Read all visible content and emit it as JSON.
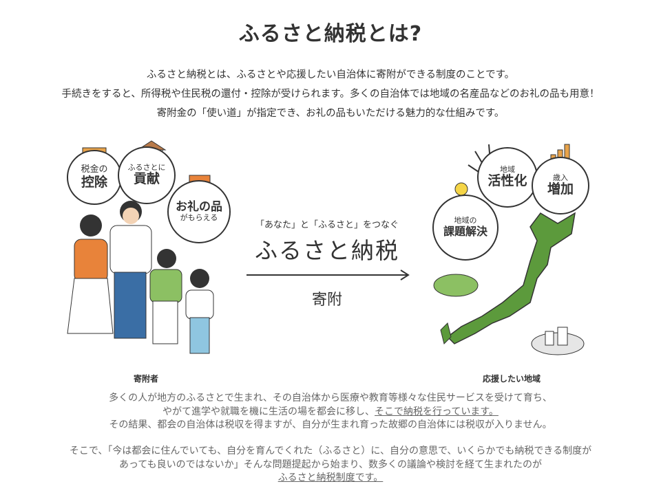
{
  "title": "ふるさと納税とは?",
  "intro": [
    "ふるさと納税とは、ふるさとや応援したい自治体に寄附ができる制度のことです。",
    "手続きをすると、所得税や住民税の還付・控除が受けられます。多くの自治体では地域の名産品などのお礼の品も用意！",
    "寄附金の「使い道」が指定でき、お礼の品もいただける魅力的な仕組みです。"
  ],
  "left_circles": [
    {
      "top": "税金の",
      "main": "控除"
    },
    {
      "top": "ふるさとに",
      "main": "貢献"
    },
    {
      "main": "お礼の品",
      "bottom": "がもらえる"
    }
  ],
  "center": {
    "tagline": "「あなた」と「ふるさと」をつなぐ",
    "name": "ふるさと納税",
    "action": "寄附"
  },
  "right_circles": [
    {
      "top": "地域",
      "main": "活性化"
    },
    {
      "top": "歳入",
      "main": "増加"
    },
    {
      "top": "地域の",
      "main": "課題解決"
    }
  ],
  "labels": {
    "donor": "寄附者",
    "region": "応援したい地域"
  },
  "body": {
    "l1": "多くの人が地方のふるさとで生まれ、その自治体から医療や教育等様々な住民サービスを受けて育ち、",
    "l2a": "やがて進学や就職を機に生活の場を都会に移し、",
    "l2b": "そこで納税を行っています。",
    "l3": "その結果、都会の自治体は税収を得ますが、自分が生まれ育った故郷の自治体には税収が入りません。",
    "l4": "そこで、「今は都会に住んでいても、自分を育んでくれた（ふるさと）に、自分の意思で、いくらかでも納税できる制度が",
    "l5": "あっても良いのではないか」そんな問題提起から始まり、数多くの議論や検討を経て生まれたのが",
    "l6": "ふるさと納税制度です。"
  },
  "colors": {
    "green": "#5c9a3c",
    "orange": "#e8833a",
    "blue": "#3a6ea5"
  }
}
